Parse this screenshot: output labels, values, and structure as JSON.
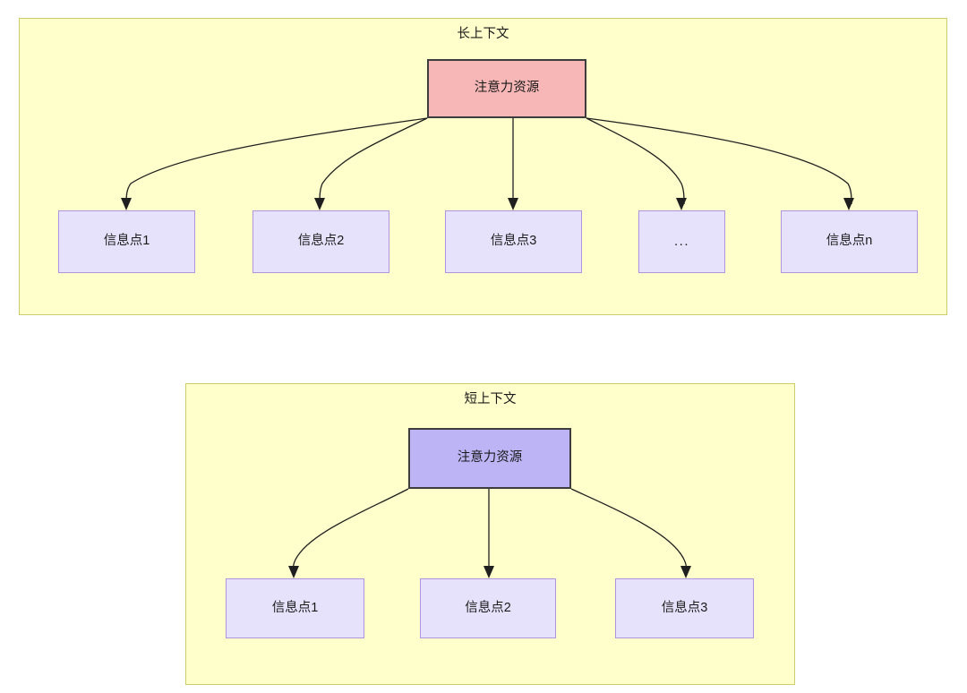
{
  "diagram": {
    "title_hidden": "",
    "colors": {
      "group_fill": "#ffffcc",
      "group_border": "#cdcd6b",
      "attention_long_fill": "#f8b7b7",
      "attention_short_fill": "#bdb4f5",
      "attention_border": "#3d3d3d",
      "info_fill": "#e7e2fb",
      "info_border": "#b094e0",
      "edge_stroke": "#1f1f1f"
    },
    "groups": [
      {
        "id": "long-context",
        "label": "长上下文",
        "attention": {
          "label": "注意力资源"
        },
        "info_points": [
          {
            "label": "信息点1"
          },
          {
            "label": "信息点2"
          },
          {
            "label": "信息点3"
          },
          {
            "label": "..."
          },
          {
            "label": "信息点n"
          }
        ]
      },
      {
        "id": "short-context",
        "label": "短上下文",
        "attention": {
          "label": "注意力资源"
        },
        "info_points": [
          {
            "label": "信息点1"
          },
          {
            "label": "信息点2"
          },
          {
            "label": "信息点3"
          }
        ]
      }
    ]
  }
}
